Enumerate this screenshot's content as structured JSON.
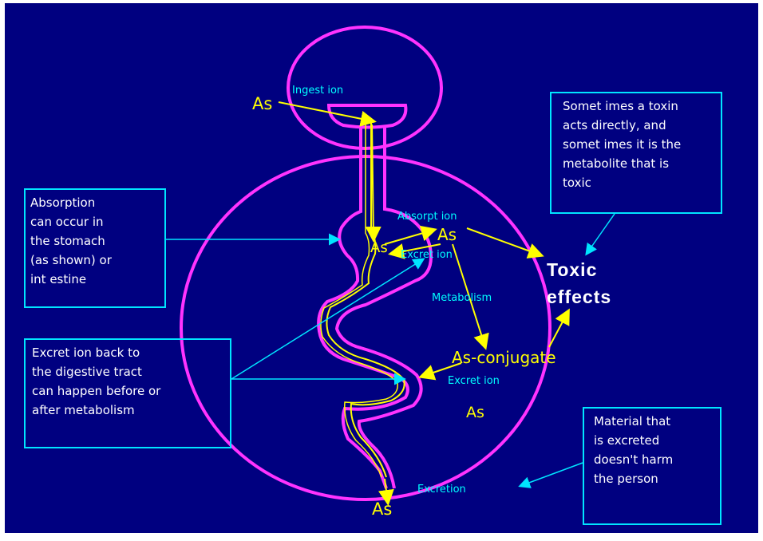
{
  "colors": {
    "background": "#000080",
    "organ_outline": "#ff33ff",
    "pathway": "#ffff00",
    "callout": "#00e5ff",
    "text": "#ffffff"
  },
  "labels": {
    "as_ingest": "As",
    "ingestion": "Ingest ion",
    "absorption": "Absorpt ion",
    "as_stomach": "As",
    "as_absorbed": "As",
    "excretion_stomach": "Excret ion",
    "metabolism": "Metabolism",
    "as_conjugate": "As-conjugate",
    "excretion_intestine": "Excret ion",
    "as_body": "As",
    "excretion_exit": "Excretion",
    "as_exit": "As",
    "toxic_line1": "Toxic",
    "toxic_line2": "effects"
  },
  "callouts": {
    "absorption_note": [
      "Absorption",
      "can occur in",
      "the stomach",
      "(as shown) or",
      "int estine"
    ],
    "excretion_note": [
      "Excret ion back to",
      "the digestive tract",
      "can happen before or",
      "after metabolism"
    ],
    "toxin_note": [
      "Somet imes a toxin",
      "acts directly, and",
      "somet imes it is the",
      "metabolite that is",
      "toxic"
    ],
    "excreted_note": [
      "Material that",
      "is excreted",
      "doesn't harm",
      "the person"
    ]
  }
}
